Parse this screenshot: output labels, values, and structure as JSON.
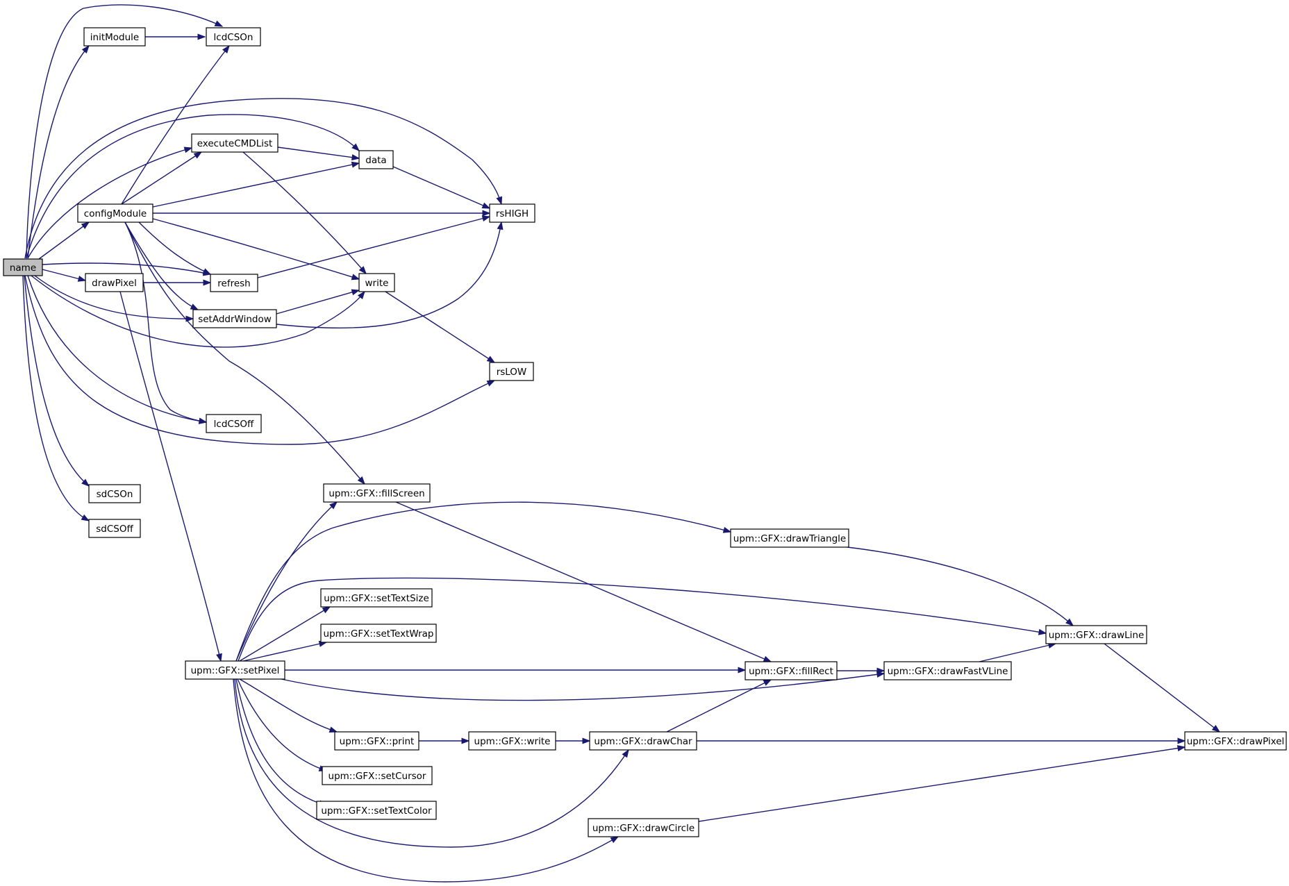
{
  "colors": {
    "edge": "#191970",
    "node_fill": "#ffffff",
    "root_fill": "#bfbfbf",
    "border": "#000000"
  },
  "nodes": [
    {
      "id": "name",
      "label": "name",
      "root": true
    },
    {
      "id": "initModule",
      "label": "initModule"
    },
    {
      "id": "lcdCSOn",
      "label": "lcdCSOn"
    },
    {
      "id": "executeCMDList",
      "label": "executeCMDList"
    },
    {
      "id": "data",
      "label": "data"
    },
    {
      "id": "configModule",
      "label": "configModule"
    },
    {
      "id": "rsHIGH",
      "label": "rsHIGH"
    },
    {
      "id": "drawPixel",
      "label": "drawPixel"
    },
    {
      "id": "refresh",
      "label": "refresh"
    },
    {
      "id": "write",
      "label": "write"
    },
    {
      "id": "setAddrWindow",
      "label": "setAddrWindow"
    },
    {
      "id": "rsLOW",
      "label": "rsLOW"
    },
    {
      "id": "lcdCSOff",
      "label": "lcdCSOff"
    },
    {
      "id": "sdCSOn",
      "label": "sdCSOn"
    },
    {
      "id": "sdCSOff",
      "label": "sdCSOff"
    },
    {
      "id": "fillScreen",
      "label": "upm::GFX::fillScreen"
    },
    {
      "id": "drawTriangle",
      "label": "upm::GFX::drawTriangle"
    },
    {
      "id": "setTextSize",
      "label": "upm::GFX::setTextSize"
    },
    {
      "id": "setTextWrap",
      "label": "upm::GFX::setTextWrap"
    },
    {
      "id": "drawLine",
      "label": "upm::GFX::drawLine"
    },
    {
      "id": "setPixel",
      "label": "upm::GFX::setPixel"
    },
    {
      "id": "fillRect",
      "label": "upm::GFX::fillRect"
    },
    {
      "id": "drawFastVLine",
      "label": "upm::GFX::drawFastVLine"
    },
    {
      "id": "print",
      "label": "upm::GFX::print"
    },
    {
      "id": "gfxwrite",
      "label": "upm::GFX::write"
    },
    {
      "id": "drawChar",
      "label": "upm::GFX::drawChar"
    },
    {
      "id": "gfxdrawPixel",
      "label": "upm::GFX::drawPixel"
    },
    {
      "id": "setCursor",
      "label": "upm::GFX::setCursor"
    },
    {
      "id": "setTextColor",
      "label": "upm::GFX::setTextColor"
    },
    {
      "id": "drawCircle",
      "label": "upm::GFX::drawCircle"
    }
  ],
  "edges": [
    {
      "from": "name",
      "to": "initModule"
    },
    {
      "from": "name",
      "to": "lcdCSOn"
    },
    {
      "from": "initModule",
      "to": "lcdCSOn"
    },
    {
      "from": "name",
      "to": "executeCMDList"
    },
    {
      "from": "name",
      "to": "data"
    },
    {
      "from": "name",
      "to": "rsHIGH"
    },
    {
      "from": "name",
      "to": "configModule"
    },
    {
      "from": "name",
      "to": "drawPixel"
    },
    {
      "from": "name",
      "to": "refresh"
    },
    {
      "from": "name",
      "to": "setAddrWindow"
    },
    {
      "from": "name",
      "to": "write"
    },
    {
      "from": "name",
      "to": "lcdCSOff"
    },
    {
      "from": "name",
      "to": "rsLOW"
    },
    {
      "from": "name",
      "to": "sdCSOn"
    },
    {
      "from": "name",
      "to": "sdCSOff"
    },
    {
      "from": "configModule",
      "to": "lcdCSOn"
    },
    {
      "from": "configModule",
      "to": "executeCMDList"
    },
    {
      "from": "configModule",
      "to": "data"
    },
    {
      "from": "configModule",
      "to": "rsHIGH"
    },
    {
      "from": "configModule",
      "to": "refresh"
    },
    {
      "from": "configModule",
      "to": "write"
    },
    {
      "from": "configModule",
      "to": "setAddrWindow"
    },
    {
      "from": "configModule",
      "to": "lcdCSOff"
    },
    {
      "from": "configModule",
      "to": "fillScreen"
    },
    {
      "from": "executeCMDList",
      "to": "data"
    },
    {
      "from": "executeCMDList",
      "to": "write"
    },
    {
      "from": "data",
      "to": "rsHIGH"
    },
    {
      "from": "drawPixel",
      "to": "refresh"
    },
    {
      "from": "drawPixel",
      "to": "setPixel"
    },
    {
      "from": "refresh",
      "to": "rsHIGH"
    },
    {
      "from": "setAddrWindow",
      "to": "write"
    },
    {
      "from": "setAddrWindow",
      "to": "rsHIGH"
    },
    {
      "from": "write",
      "to": "rsLOW"
    },
    {
      "from": "setPixel",
      "to": "fillScreen"
    },
    {
      "from": "setPixel",
      "to": "drawTriangle"
    },
    {
      "from": "setPixel",
      "to": "setTextSize"
    },
    {
      "from": "setPixel",
      "to": "setTextWrap"
    },
    {
      "from": "setPixel",
      "to": "drawLine"
    },
    {
      "from": "setPixel",
      "to": "fillRect"
    },
    {
      "from": "setPixel",
      "to": "drawFastVLine"
    },
    {
      "from": "setPixel",
      "to": "print"
    },
    {
      "from": "setPixel",
      "to": "setCursor"
    },
    {
      "from": "setPixel",
      "to": "setTextColor"
    },
    {
      "from": "setPixel",
      "to": "drawChar"
    },
    {
      "from": "setPixel",
      "to": "drawCircle"
    },
    {
      "from": "fillScreen",
      "to": "fillRect"
    },
    {
      "from": "drawTriangle",
      "to": "drawLine"
    },
    {
      "from": "fillRect",
      "to": "drawFastVLine"
    },
    {
      "from": "drawFastVLine",
      "to": "drawLine"
    },
    {
      "from": "drawLine",
      "to": "gfxdrawPixel"
    },
    {
      "from": "print",
      "to": "gfxwrite"
    },
    {
      "from": "gfxwrite",
      "to": "drawChar"
    },
    {
      "from": "drawChar",
      "to": "fillRect"
    },
    {
      "from": "drawChar",
      "to": "gfxdrawPixel"
    },
    {
      "from": "drawCircle",
      "to": "gfxdrawPixel"
    }
  ]
}
